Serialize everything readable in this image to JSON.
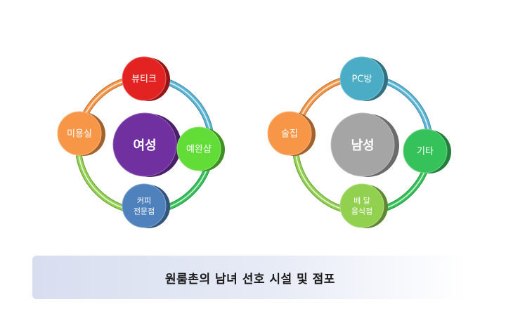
{
  "diagrams": [
    {
      "center": {
        "label": "여성",
        "color": "#7030a0"
      },
      "ring_colors": {
        "top_right": "#5cb6d6",
        "bottom_right": "#36c25a",
        "bottom_left": "#92d050",
        "top_left": "#f79646"
      },
      "nodes": [
        {
          "label_lines": [
            "뷰티크"
          ],
          "color": "#e32222",
          "position": "top"
        },
        {
          "label_lines": [
            "예완샵"
          ],
          "color": "#62dd38",
          "position": "right"
        },
        {
          "label_lines": [
            "커피",
            "전문점"
          ],
          "color": "#4f81bd",
          "position": "bottom"
        },
        {
          "label_lines": [
            "미용실"
          ],
          "color": "#f79646",
          "position": "left"
        }
      ]
    },
    {
      "center": {
        "label": "남성",
        "color": "#a5a5a5"
      },
      "ring_colors": {
        "top_right": "#5cb6d6",
        "bottom_right": "#36c25a",
        "bottom_left": "#92d050",
        "top_left": "#f79646"
      },
      "nodes": [
        {
          "label_lines": [
            "PC방"
          ],
          "color": "#4bacc6",
          "position": "top"
        },
        {
          "label_lines": [
            "기타"
          ],
          "color": "#36c25a",
          "position": "right"
        },
        {
          "label_lines": [
            "배 달",
            "음식점"
          ],
          "color": "#92d050",
          "position": "bottom"
        },
        {
          "label_lines": [
            "술집"
          ],
          "color": "#f79646",
          "position": "left"
        }
      ]
    }
  ],
  "caption": {
    "text": "원룸촌의 남녀 선호 시설 및 점포"
  }
}
